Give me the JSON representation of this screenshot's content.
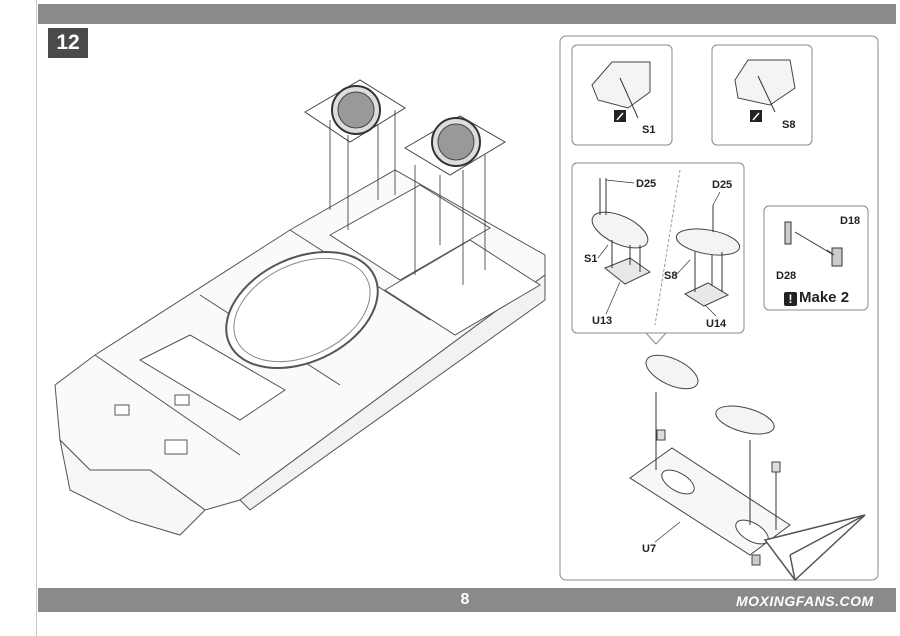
{
  "step_number": "12",
  "page_number": "8",
  "watermark": "MOXINGFANS.COM",
  "make_note": {
    "icon": "!",
    "text": "Make 2"
  },
  "callouts": {
    "s1_top": "S1",
    "s8_top": "S8",
    "d25_left": "D25",
    "d25_right": "D25",
    "s1_mid": "S1",
    "s8_mid": "S8",
    "u13": "U13",
    "u14": "U14",
    "d18": "D18",
    "d28": "D28",
    "u7": "U7"
  },
  "colors": {
    "bar": "#8a8a8a",
    "step_box": "#4a4a4a",
    "line": "#333333"
  }
}
